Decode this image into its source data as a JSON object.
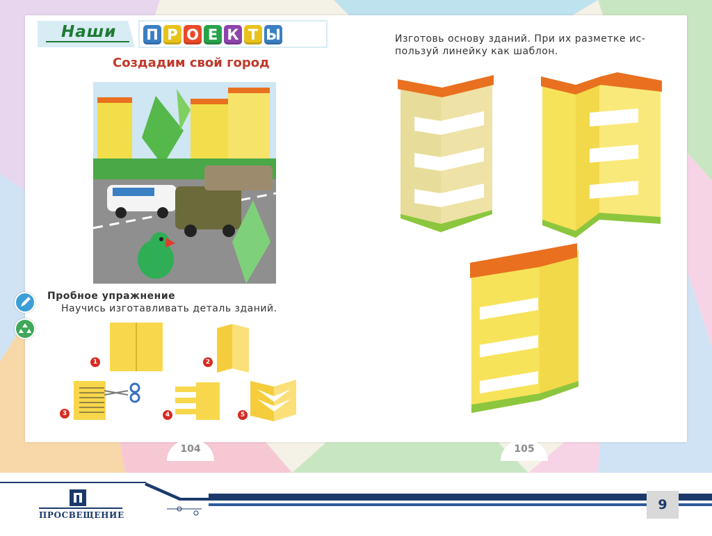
{
  "header": {
    "word": "Наши",
    "letters": [
      "П",
      "Р",
      "О",
      "Е",
      "К",
      "Т",
      "Ы"
    ],
    "colors": [
      "#3b7fc4",
      "#e8c21c",
      "#e84a2a",
      "#27a24a",
      "#8e44ad",
      "#e8c21c",
      "#3b7fc4"
    ]
  },
  "left_page": {
    "title": "Создадим свой город",
    "exercise_title": "Пробное упражнение",
    "exercise_text": "Научись изготавливать деталь зданий.",
    "steps": [
      "1",
      "2",
      "3",
      "4",
      "5"
    ],
    "page_number": "104"
  },
  "right_page": {
    "instruction_line1": "Изготовь основу зданий. При их разметке ис-",
    "instruction_line2": "пользуй линейку как шаблон.",
    "page_number": "105"
  },
  "footer": {
    "publisher": "ПРОСВЕЩЕНИЕ",
    "slide_number": "9"
  },
  "icons": [
    "pencil-icon",
    "recycle-icon",
    "scissors-icon",
    "publisher-logo-icon"
  ]
}
